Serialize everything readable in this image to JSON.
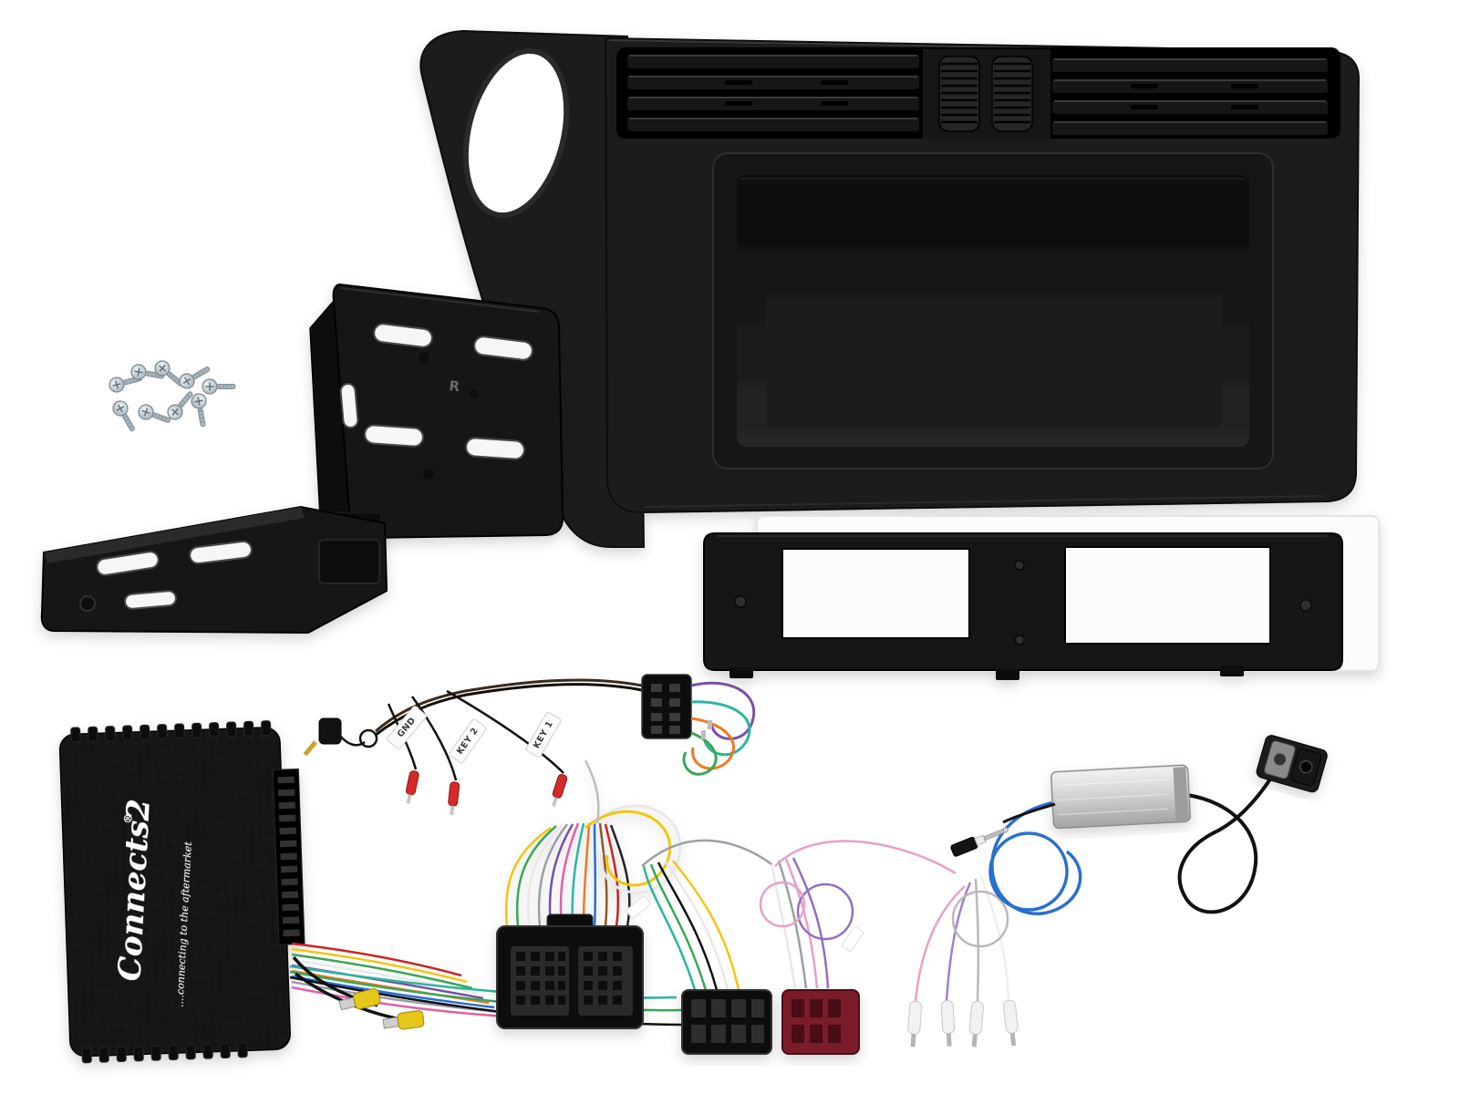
{
  "page": {
    "background": "#ffffff"
  },
  "harness_labels": {
    "gnd": "GND",
    "key2": "KEY 2",
    "key1": "KEY 1"
  },
  "brand": {
    "logo": "Connects2",
    "registered_mark": "®",
    "tagline": "....connecting to the aftermarket"
  },
  "bracket": {
    "marking_r": "R"
  },
  "palette": {
    "panel_black": "#1b1b1b",
    "recess_black": "#0c0c0c",
    "metal_silver": "#c9d2d6",
    "rca_yellow": "#e6c619",
    "bullet_red": "#d42a2a",
    "iso_maroon": "#7a1f2b",
    "antenna_blue": "#2a6fd0",
    "wire_colors": [
      "#f2c511",
      "#3aa655",
      "#e8e8e8",
      "#9aa0a6",
      "#7b4fa6",
      "#e060a8",
      "#2bb5a0",
      "#f07820",
      "#2b6fd4",
      "#8b5a2b",
      "#cc2222",
      "#222222"
    ]
  },
  "components": [
    "dash-fascia-panel",
    "air-vent-grille",
    "vent-thumbwheels",
    "screen-opening",
    "side-trim-oval-cutout",
    "mounting-bracket-right",
    "mounting-bracket-left",
    "screw-set",
    "din-cage-frame",
    "white-gasket-sheet",
    "interface-box",
    "rca-plugs",
    "quadlock-connector",
    "iso-connector-black",
    "iso-connector-maroon",
    "bullet-terminals",
    "key-harness",
    "jack-35mm-plug",
    "antenna-amplifier-box",
    "antenna-din-plug",
    "fakra-twin-connector"
  ]
}
